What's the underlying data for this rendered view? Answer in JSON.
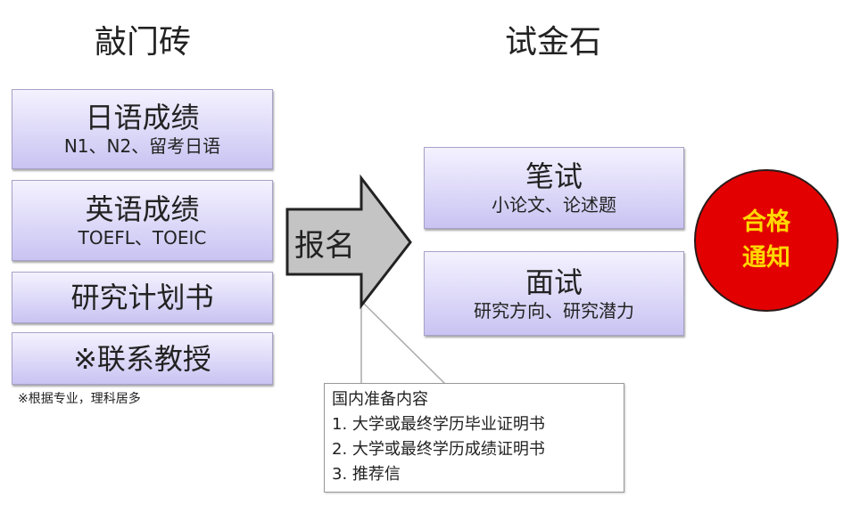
{
  "left_title": "敲门砖",
  "right_title": "试金石",
  "left_items": [
    {
      "title": "日语成绩",
      "subtitle": "N1、N2、留考日语"
    },
    {
      "title": "英语成绩",
      "subtitle": "TOEFL、TOEIC"
    },
    {
      "title": "研究计划书"
    },
    {
      "title": "※联系教授"
    }
  ],
  "note": "※根据专业，理科居多",
  "arrow_label": "报名",
  "right_items": [
    {
      "title": "笔试",
      "subtitle": "小论文、论述题"
    },
    {
      "title": "面试",
      "subtitle": "研究方向、研究潜力"
    }
  ],
  "result": {
    "line1": "合格",
    "line2": "通知"
  },
  "callout": {
    "heading": "国内准备内容",
    "items": [
      "1. 大学或最终学历毕业证明书",
      "2. 大学或最终学历成绩证明书",
      "3. 推荐信"
    ]
  },
  "colors": {
    "box_top": "#f4f2ff",
    "box_bottom": "#c9c3f2",
    "circle": "#e30000",
    "circle_text": "#ffd800",
    "arrow": "#c4c4c4"
  }
}
